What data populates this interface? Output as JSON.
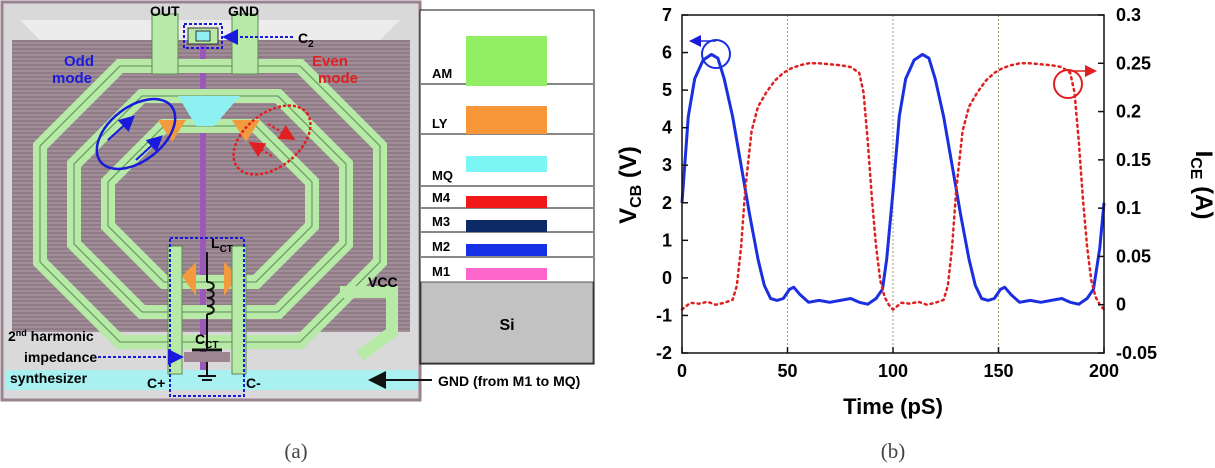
{
  "layout_panel": {
    "pins": {
      "out": "OUT",
      "gnd": "GND",
      "c_plus": "C+",
      "c_minus": "C-",
      "vcc": "VCC"
    },
    "modes": {
      "odd_line1": "Odd",
      "odd_line2": "mode",
      "even_line1": "Even",
      "even_line2": "mode"
    },
    "components": {
      "c2": "C",
      "c2_sub": "2",
      "lct": "L",
      "lct_sub": "CT",
      "cct": "C",
      "cct_sub": "CT"
    },
    "synthesizer": {
      "line1_prefix": "2",
      "line1_sup": "nd",
      "line1_suffix": " harmonic",
      "line2": "impedance",
      "line3": "synthesizer"
    },
    "colors": {
      "odd": "#1a1adc",
      "even": "#e02020",
      "metal": "#b6eaa6",
      "substrate": "#9d8692"
    }
  },
  "stack_panel": {
    "layers": [
      {
        "name": "AM",
        "color": "#92ef64"
      },
      {
        "name": "LY",
        "color": "#f7973a"
      },
      {
        "name": "MQ",
        "color": "#7cf5f5"
      },
      {
        "name": "M4",
        "color": "#f01818"
      },
      {
        "name": "M3",
        "color": "#0e2a66"
      },
      {
        "name": "M2",
        "color": "#1530e6"
      },
      {
        "name": "M1",
        "color": "#ff66cc"
      }
    ],
    "substrate": "Si",
    "gnd_note": "GND (from M1 to MQ)"
  },
  "captions": {
    "a": "(a)",
    "b": "(b)"
  },
  "chart_data": {
    "type": "line",
    "xlabel": "Time (pS)",
    "ylabel_left": "V",
    "ylabel_left_sub": "CB",
    "ylabel_left_unit": " (V)",
    "ylabel_right": "I",
    "ylabel_right_sub": "CE",
    "ylabel_right_unit": " (A)",
    "xlim": [
      0,
      200
    ],
    "ylim_left": [
      -2,
      7
    ],
    "ylim_right": [
      -0.05,
      0.3
    ],
    "x_ticks": [
      "0",
      "50",
      "100",
      "150",
      "200"
    ],
    "y_left_ticks": [
      "-2",
      "-1",
      "0",
      "1",
      "2",
      "3",
      "4",
      "5",
      "6",
      "7"
    ],
    "y_right_ticks": [
      "-0.05",
      "0",
      "0.05",
      "0.1",
      "0.15",
      "0.2",
      "0.25",
      "0.3"
    ],
    "vertical_gridlines_x": [
      50,
      100,
      150
    ],
    "series": [
      {
        "axis": "left",
        "color": "#1a2fe0",
        "style": "solid",
        "x": [
          0,
          3,
          6,
          10,
          14,
          17,
          20,
          24,
          28,
          32,
          36,
          39,
          42,
          45,
          48,
          51,
          53,
          56,
          60,
          65,
          70,
          75,
          80,
          84,
          88,
          92,
          95,
          97,
          100,
          103,
          106,
          110,
          114,
          117,
          120,
          124,
          128,
          132,
          136,
          139,
          142,
          145,
          148,
          151,
          153,
          156,
          160,
          165,
          170,
          175,
          180,
          184,
          188,
          192,
          195,
          198,
          200
        ],
        "y": [
          2.0,
          4.3,
          5.3,
          5.8,
          5.95,
          5.85,
          5.3,
          4.3,
          3.0,
          1.7,
          0.5,
          -0.2,
          -0.55,
          -0.6,
          -0.55,
          -0.3,
          -0.25,
          -0.45,
          -0.65,
          -0.6,
          -0.65,
          -0.6,
          -0.55,
          -0.65,
          -0.7,
          -0.55,
          -0.3,
          0.5,
          2.3,
          4.3,
          5.3,
          5.8,
          5.95,
          5.85,
          5.3,
          4.3,
          3.0,
          1.7,
          0.5,
          -0.2,
          -0.55,
          -0.6,
          -0.55,
          -0.3,
          -0.25,
          -0.45,
          -0.65,
          -0.6,
          -0.65,
          -0.6,
          -0.55,
          -0.65,
          -0.7,
          -0.55,
          -0.3,
          0.8,
          2.0
        ]
      },
      {
        "axis": "right",
        "color": "#e02020",
        "style": "dotted",
        "x": [
          0,
          4,
          8,
          12,
          16,
          20,
          24,
          26,
          28,
          30,
          33,
          36,
          40,
          44,
          48,
          52,
          56,
          60,
          65,
          70,
          75,
          80,
          84,
          86,
          88,
          90,
          92,
          94,
          96,
          98,
          100,
          104,
          108,
          112,
          116,
          120,
          124,
          126,
          128,
          130,
          133,
          136,
          140,
          144,
          148,
          152,
          156,
          160,
          165,
          170,
          175,
          180,
          184,
          186,
          188,
          190,
          192,
          194,
          196,
          198,
          200
        ],
        "y": [
          -0.005,
          0.002,
          0.001,
          0.003,
          0.0,
          0.002,
          0.005,
          0.02,
          0.06,
          0.12,
          0.18,
          0.205,
          0.22,
          0.232,
          0.24,
          0.245,
          0.248,
          0.25,
          0.25,
          0.249,
          0.248,
          0.246,
          0.24,
          0.22,
          0.17,
          0.11,
          0.06,
          0.025,
          0.008,
          0.0,
          -0.005,
          0.002,
          0.001,
          0.003,
          0.0,
          0.002,
          0.005,
          0.02,
          0.06,
          0.12,
          0.18,
          0.205,
          0.22,
          0.232,
          0.24,
          0.245,
          0.248,
          0.25,
          0.25,
          0.249,
          0.248,
          0.246,
          0.24,
          0.22,
          0.17,
          0.11,
          0.06,
          0.025,
          0.008,
          0.0,
          -0.005
        ]
      }
    ]
  }
}
